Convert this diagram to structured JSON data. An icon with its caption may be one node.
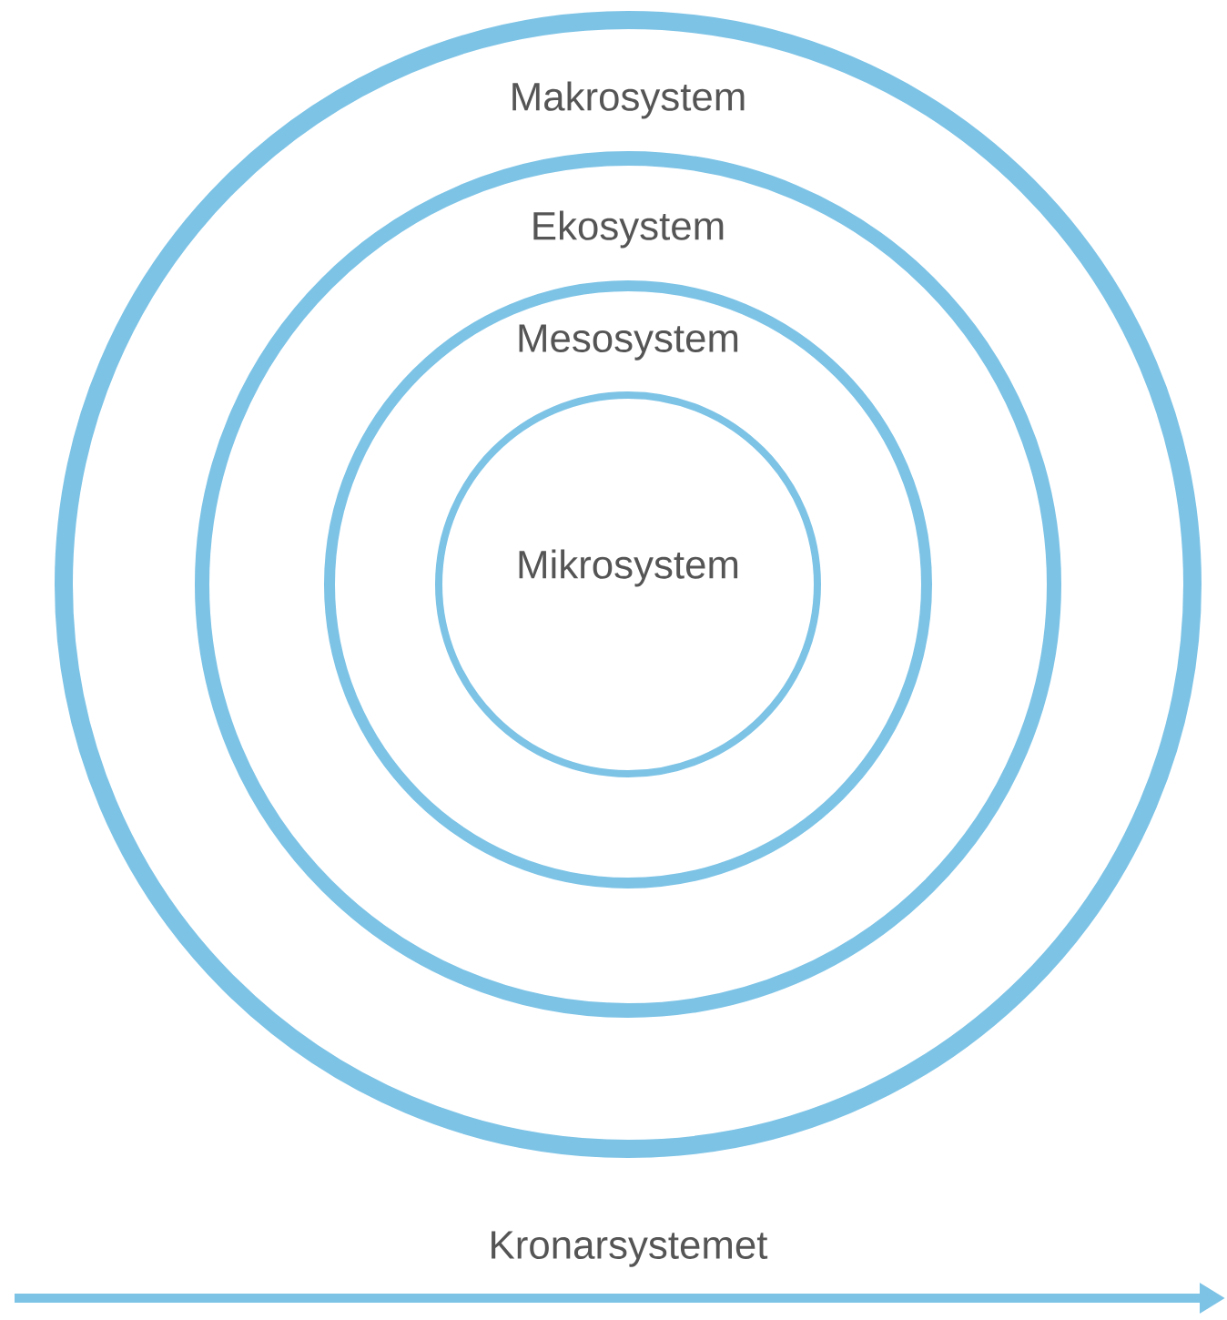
{
  "diagram": {
    "nodes": [
      {
        "text": [
          "Makrosystem"
        ]
      },
      {
        "text": [
          "Ekosystem"
        ],
        "in": 0
      },
      {
        "text": [
          "Mesosystem"
        ],
        "in": 1
      },
      {
        "text": [
          "Mikrosystem"
        ],
        "in": 2
      }
    ],
    "labels": [
      "Kronarsystemet"
    ]
  }
}
